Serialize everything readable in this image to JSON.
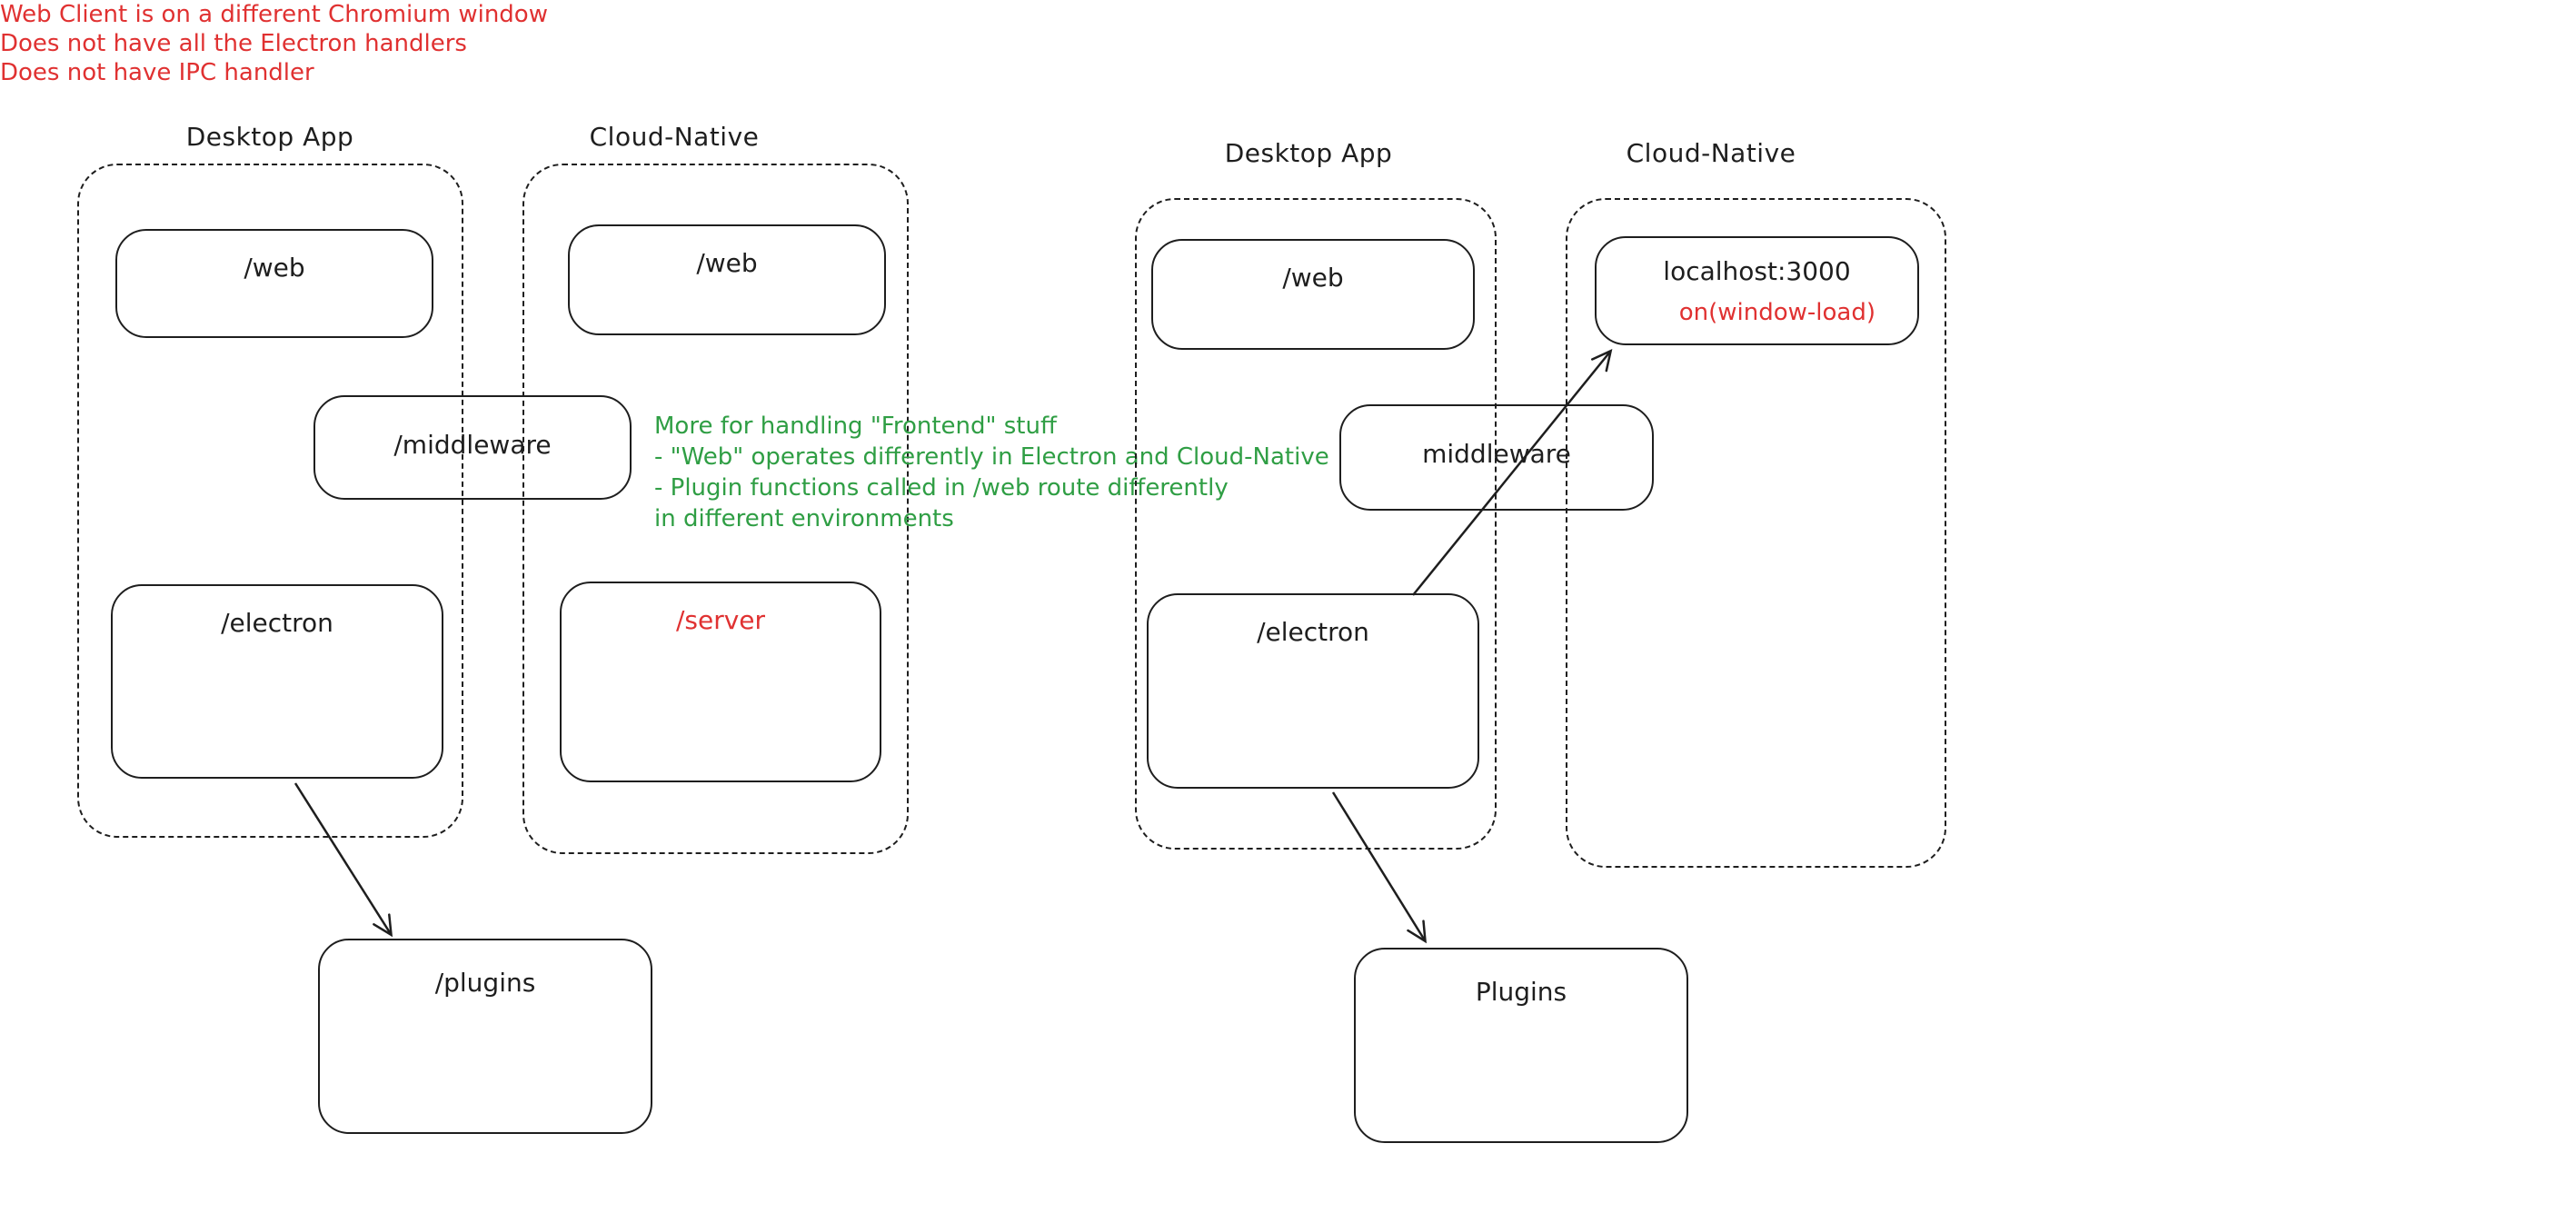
{
  "colors": {
    "ink": "#1e1e1e",
    "red": "#e03131",
    "green": "#2f9e44",
    "background": "#ffffff"
  },
  "left_diagram": {
    "desktop_label": "Desktop App",
    "cloud_label": "Cloud-Native",
    "boxes": {
      "web_desktop": "/web",
      "web_cloud": "/web",
      "middleware": "/middleware",
      "electron": "/electron",
      "server": "/server",
      "plugins": "/plugins"
    },
    "note": {
      "lines": [
        "More for handling \"Frontend\" stuff",
        "- \"Web\" operates differently in Electron and Cloud-Native",
        "- Plugin functions called in /web route differently",
        "in different environments"
      ]
    }
  },
  "right_diagram": {
    "desktop_label": "Desktop App",
    "cloud_label": "Cloud-Native",
    "boxes": {
      "web_desktop": "/web",
      "localhost": "localhost:3000",
      "localhost_sub": "on(window-load)",
      "middleware": "middleware",
      "electron": "/electron",
      "plugins": "Plugins"
    },
    "note": {
      "lines": [
        "Web Client is on a different Chromium window",
        "Does not have all the Electron handlers",
        "Does not have IPC handler"
      ]
    }
  }
}
